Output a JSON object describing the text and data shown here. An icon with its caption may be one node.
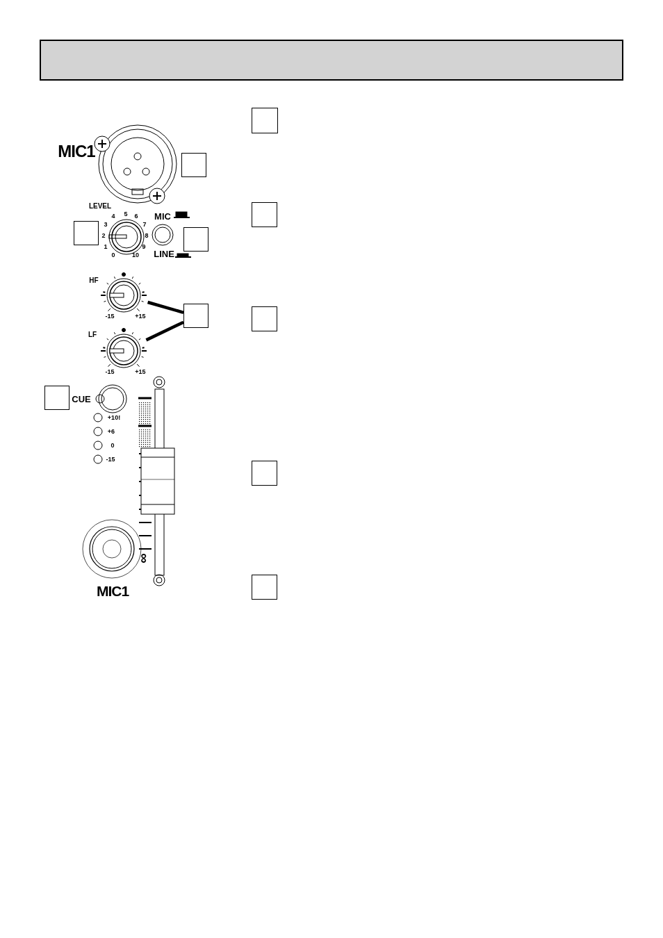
{
  "diagram": {
    "nodes": [
      {
        "text": [],
        "shape": "box"
      },
      {
        "text": [],
        "shape": "box"
      },
      {
        "text": [],
        "shape": "box"
      },
      {
        "text": [],
        "shape": "box"
      },
      {
        "text": [],
        "shape": "box"
      },
      {
        "text": [],
        "shape": "circle"
      },
      {
        "text": [],
        "shape": "box"
      },
      {
        "text": [],
        "shape": "box"
      },
      {
        "text": [],
        "shape": "circle"
      },
      {
        "text": [],
        "shape": "box"
      },
      {
        "text": [],
        "shape": "box"
      },
      {
        "text": [],
        "shape": "box"
      }
    ],
    "edges": [
      {
        "from": 6,
        "to": 5,
        "arrow": "none"
      },
      {
        "from": 6,
        "to": 8,
        "arrow": "none"
      }
    ],
    "labels": [
      "MIC1",
      "LEVEL",
      "5",
      "4",
      "6",
      "3",
      "7",
      "2",
      "8",
      "1",
      "9",
      "0",
      "10",
      "MIC",
      "LINE",
      "HF",
      "-15",
      "+15",
      "LF",
      "-15",
      "+15",
      "CUE",
      "+10!",
      "+6",
      "0",
      "-15",
      "∞",
      "MIC1"
    ]
  }
}
